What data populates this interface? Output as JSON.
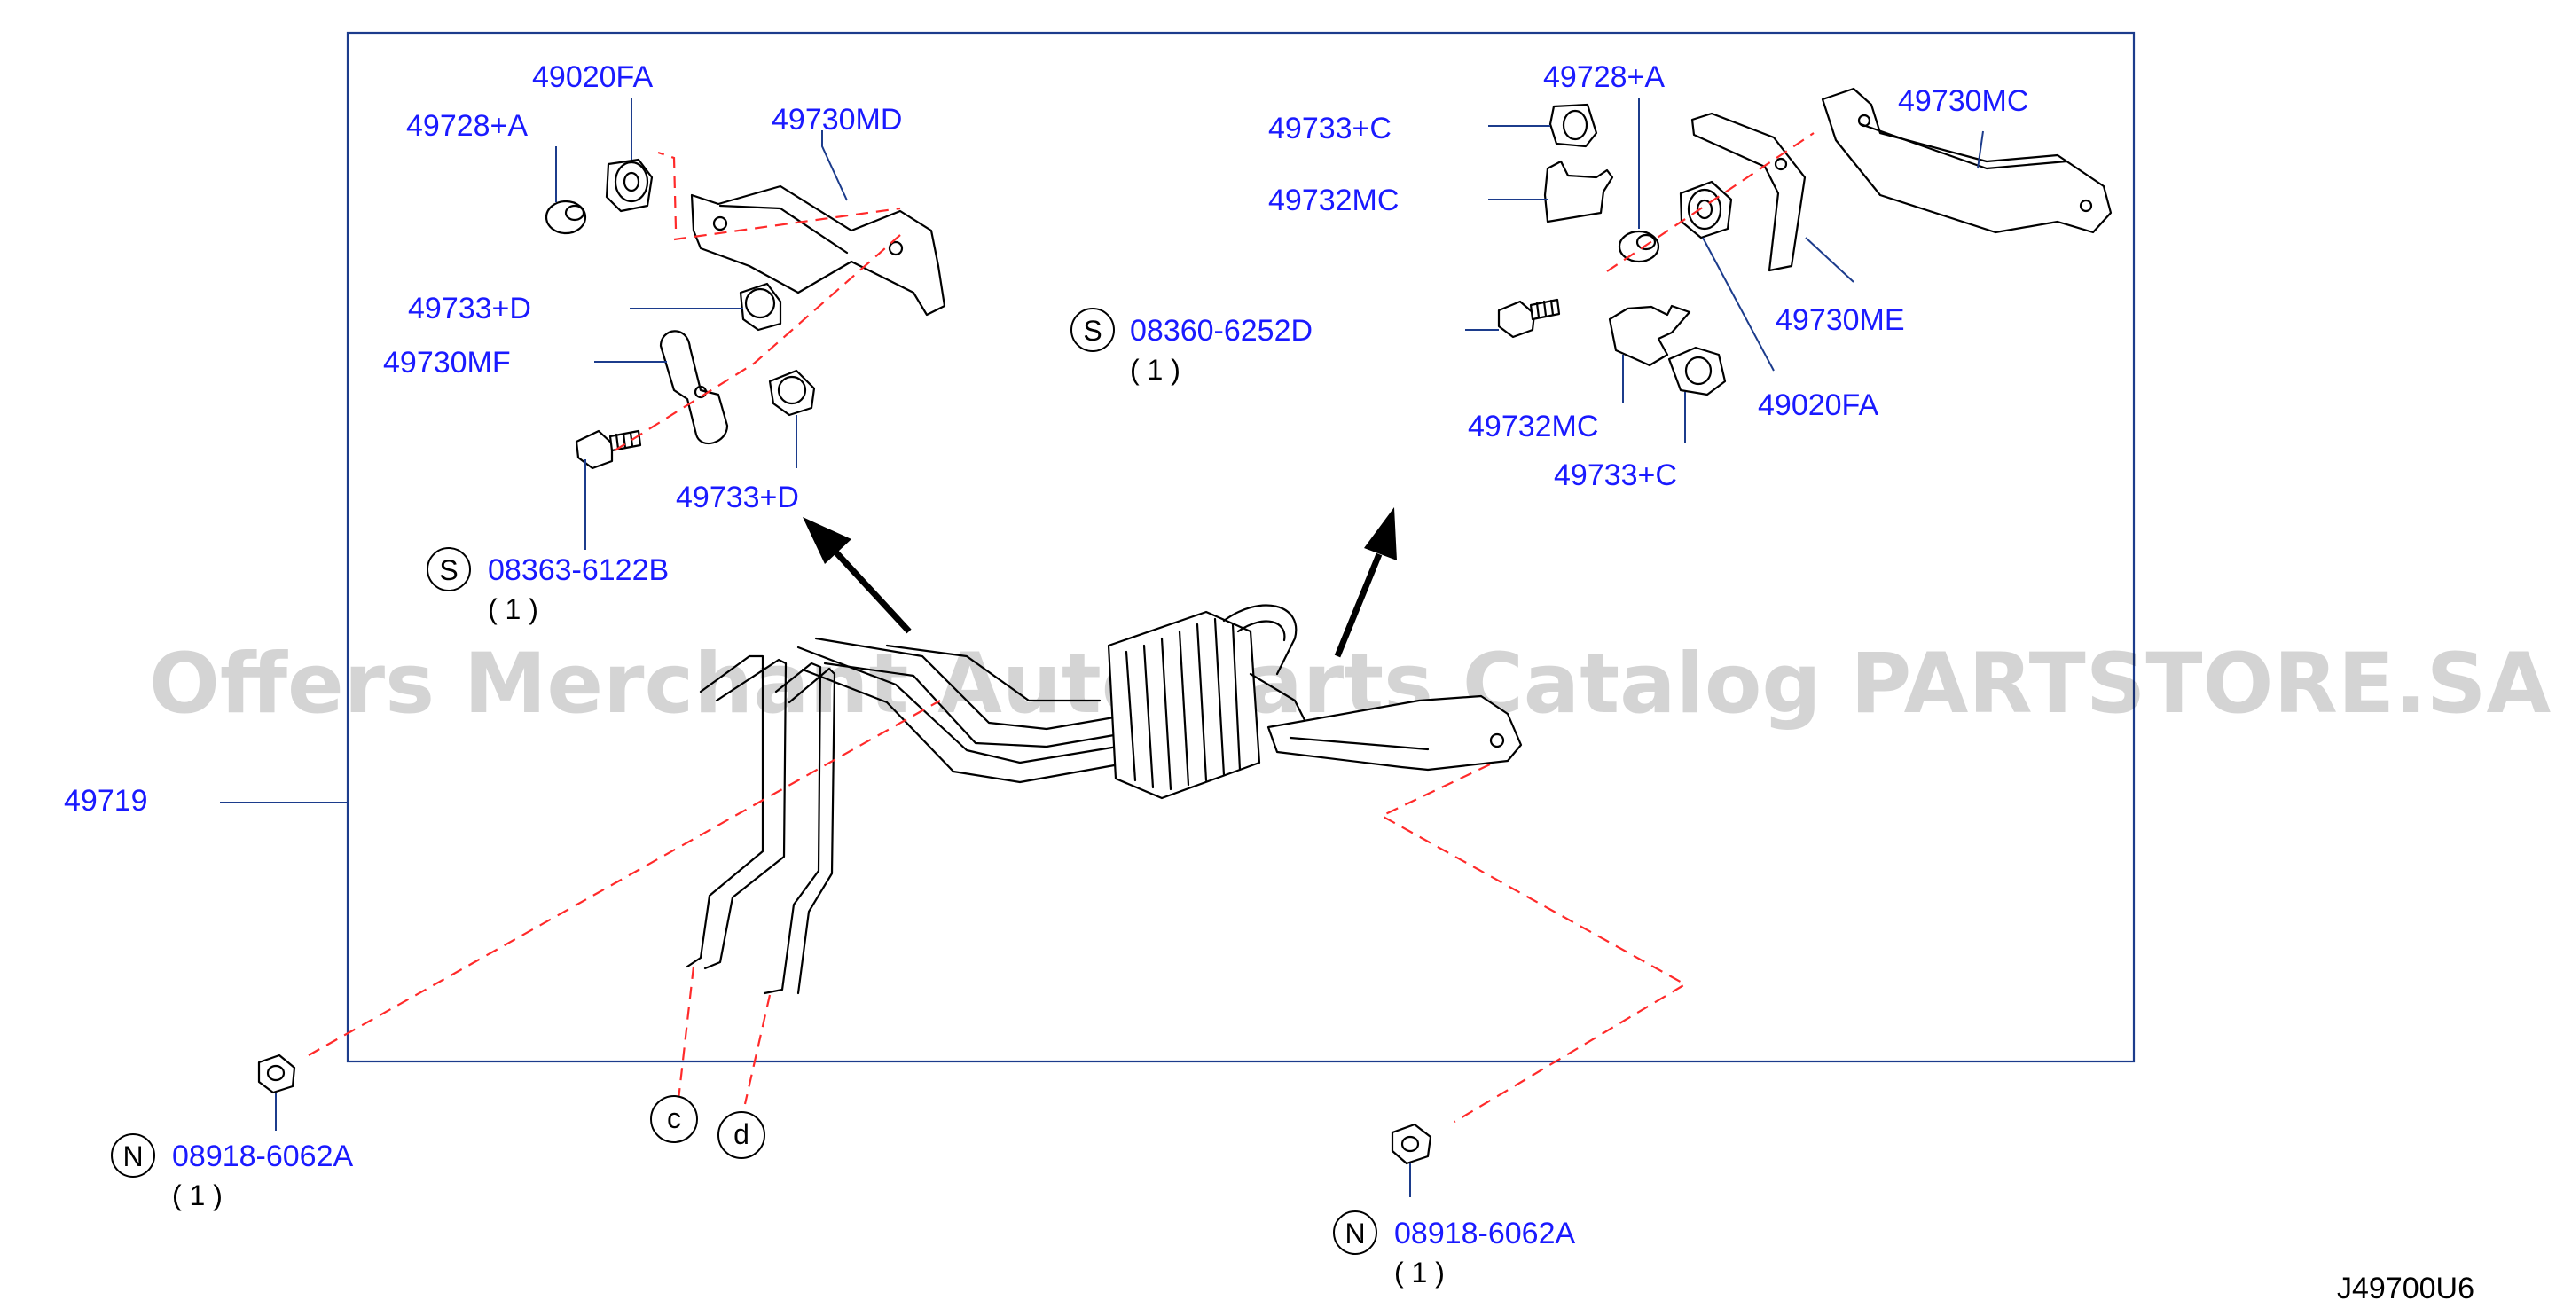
{
  "diagram_code": "J49700U6",
  "watermark": "Offers Merchant Auto Parts Catalog PARTSTORE.SA",
  "colors": {
    "part_number": "#1a1aff",
    "leader": "#1c3c8c",
    "dashed_guide": "#ff2a2a",
    "line_art": "#000000"
  },
  "assembly": {
    "part_number": "49719"
  },
  "labels": {
    "l1": "49020FA",
    "l2": "49728+A",
    "l3": "49730MD",
    "l4": "49733+D",
    "l5": "49730MF",
    "l6": "49733+D",
    "l7": "49728+A",
    "l8": "49733+C",
    "l9": "49730MC",
    "l10": "49732MC",
    "l11": "49730ME",
    "l12": "49020FA",
    "l13": "49732MC",
    "l14": "49733+C"
  },
  "callouts": {
    "s1": {
      "symbol": "S",
      "part_number": "08363-6122B",
      "qty": "( 1 )"
    },
    "s2": {
      "symbol": "S",
      "part_number": "08360-6252D",
      "qty": "( 1 )"
    },
    "n1": {
      "symbol": "N",
      "part_number": "08918-6062A",
      "qty": "( 1 )"
    },
    "n2": {
      "symbol": "N",
      "part_number": "08918-6062A",
      "qty": "( 1 )"
    }
  },
  "connectors": {
    "c": "c",
    "d": "d"
  }
}
